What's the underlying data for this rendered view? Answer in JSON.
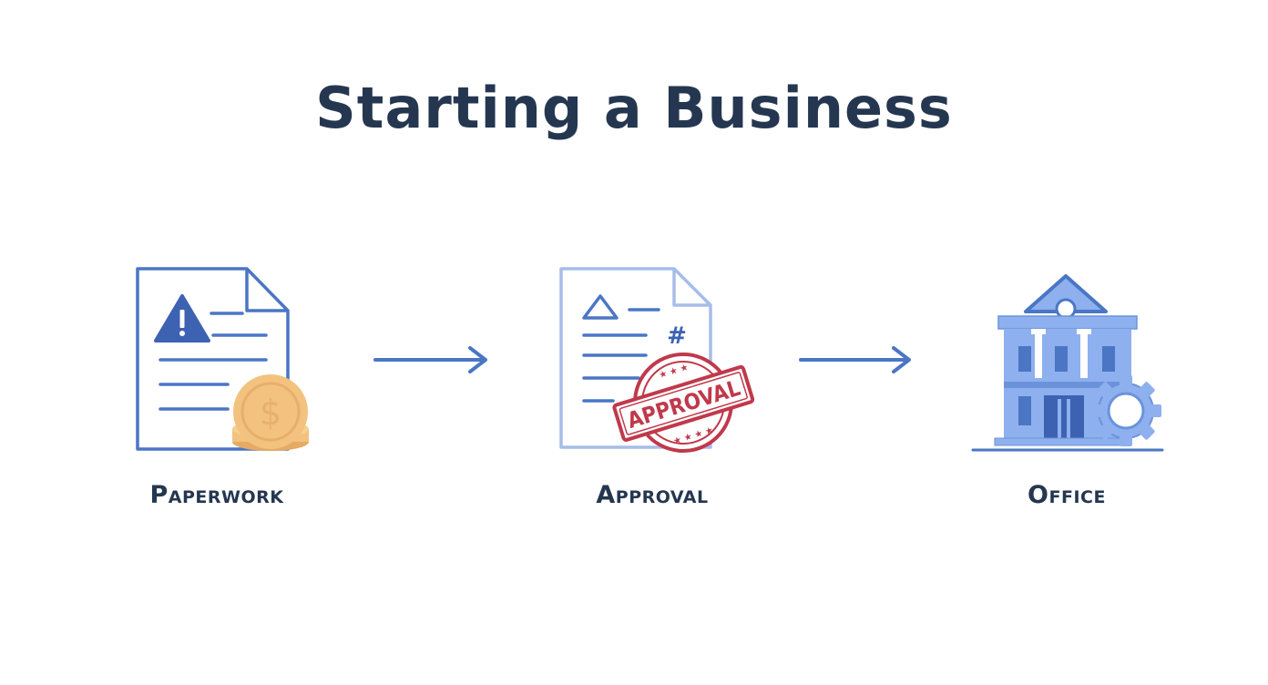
{
  "title": "Starting a Business",
  "steps": [
    {
      "label": "Paperwork",
      "icon": "document-warning-coin-icon"
    },
    {
      "label": "Approval",
      "icon": "document-approval-stamp-icon"
    },
    {
      "label": "Office",
      "icon": "building-gear-icon"
    }
  ],
  "stamp_text": "APPROVAL",
  "colors": {
    "title": "#253750",
    "blue": "#4a76c4",
    "light_blue": "#8eb0ee",
    "coin": "#f2c27e",
    "stamp_red": "#c0394b"
  }
}
